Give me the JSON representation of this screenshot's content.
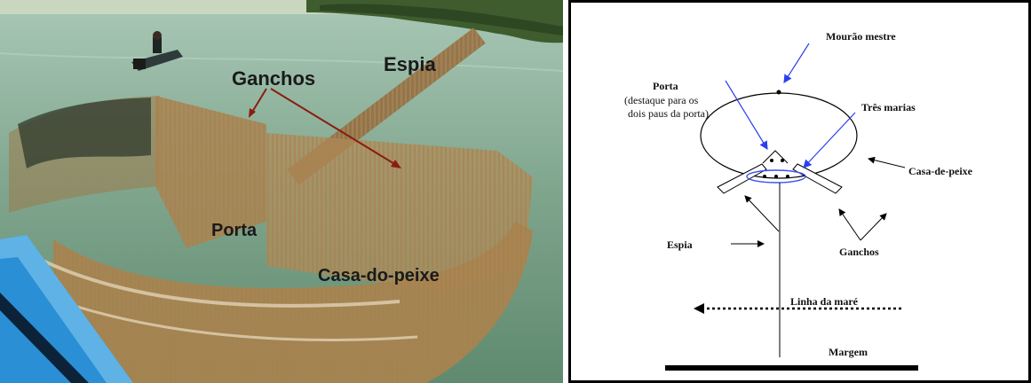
{
  "photo": {
    "labels": {
      "ganchos": "Ganchos",
      "espia": "Espia",
      "porta": "Porta",
      "casa_do_peixe": "Casa-do-peixe"
    }
  },
  "diagram": {
    "labels": {
      "mourao_mestre": "Mourão mestre",
      "porta": "Porta",
      "porta_note_line1": "(destaque para os",
      "porta_note_line2": "dois paus da porta)",
      "tres_marias": "Três marias",
      "casa_de_peixe": "Casa-de-peixe",
      "espia": "Espia",
      "ganchos": "Ganchos",
      "linha_da_mare": "Linha da maré",
      "margem": "Margem"
    },
    "colors": {
      "pointer_blue": "#2b3ff0",
      "pointer_black": "#000000",
      "ellipse_highlight": "#3a4ff5"
    }
  }
}
